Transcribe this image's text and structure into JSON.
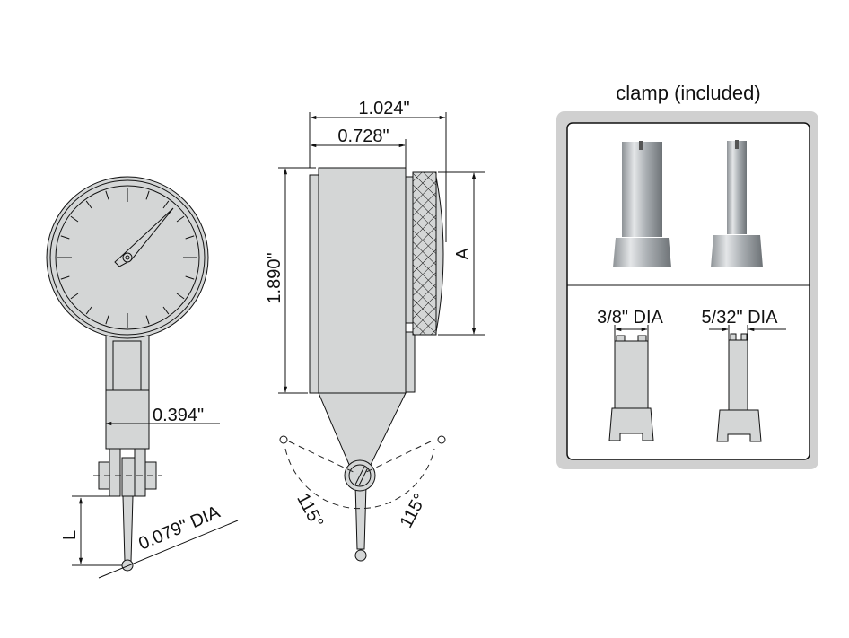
{
  "front_view": {
    "width_label": "0.394\"",
    "length_label": "L",
    "tip_label": "0.079\" DIA"
  },
  "side_view": {
    "overall_width_label": "1.024\"",
    "body_width_label": "0.728\"",
    "height_label": "1.890\"",
    "knob_label": "A",
    "angle_left_label": "115°",
    "angle_right_label": "115°"
  },
  "clamp_panel": {
    "title": "clamp (included)",
    "left_label": "3/8\" DIA",
    "right_label": "5/32\" DIA"
  },
  "colors": {
    "part_fill": "#d4d6d6",
    "panel_border": "#d0d0d0"
  }
}
